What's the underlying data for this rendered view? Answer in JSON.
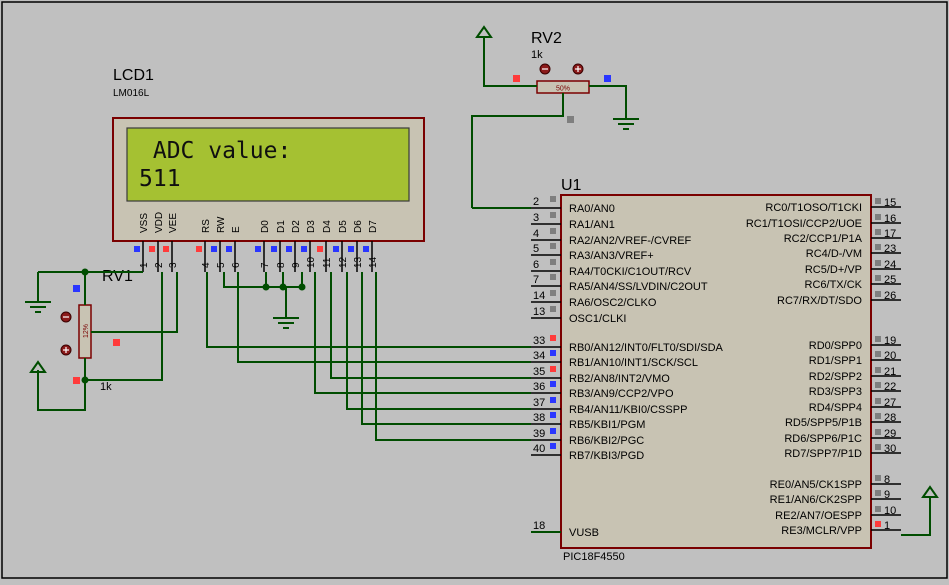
{
  "lcd": {
    "ref": "LCD1",
    "model": "LM016L",
    "line1": " ADC value:",
    "line2": "511",
    "pin_labels": [
      "VSS",
      "VDD",
      "VEE",
      "RS",
      "RW",
      "E",
      "D0",
      "D1",
      "D2",
      "D3",
      "D4",
      "D5",
      "D6",
      "D7"
    ],
    "pin_numbers": [
      "1",
      "2",
      "3",
      "4",
      "5",
      "6",
      "7",
      "8",
      "9",
      "10",
      "11",
      "12",
      "13",
      "14"
    ]
  },
  "rv1": {
    "ref": "RV1",
    "value": "1k",
    "wiper": "12%"
  },
  "rv2": {
    "ref": "RV2",
    "value": "1k",
    "wiper": "50%"
  },
  "mcu": {
    "ref": "U1",
    "part": "PIC18F4550",
    "left_pins": [
      {
        "num": "2",
        "label": "RA0/AN0"
      },
      {
        "num": "3",
        "label": "RA1/AN1"
      },
      {
        "num": "4",
        "label": "RA2/AN2/VREF-/CVREF"
      },
      {
        "num": "5",
        "label": "RA3/AN3/VREF+"
      },
      {
        "num": "6",
        "label": "RA4/T0CKI/C1OUT/RCV"
      },
      {
        "num": "7",
        "label": "RA5/AN4/SS/LVDIN/C2OUT"
      },
      {
        "num": "14",
        "label": "RA6/OSC2/CLKO"
      },
      {
        "num": "13",
        "label": "OSC1/CLKI"
      },
      {
        "num": "33",
        "label": "RB0/AN12/INT0/FLT0/SDI/SDA"
      },
      {
        "num": "34",
        "label": "RB1/AN10/INT1/SCK/SCL"
      },
      {
        "num": "35",
        "label": "RB2/AN8/INT2/VMO"
      },
      {
        "num": "36",
        "label": "RB3/AN9/CCP2/VPO"
      },
      {
        "num": "37",
        "label": "RB4/AN11/KBI0/CSSPP"
      },
      {
        "num": "38",
        "label": "RB5/KBI1/PGM"
      },
      {
        "num": "39",
        "label": "RB6/KBI2/PGC"
      },
      {
        "num": "40",
        "label": "RB7/KBI3/PGD"
      },
      {
        "num": "18",
        "label": "VUSB"
      }
    ],
    "right_pins": [
      {
        "num": "15",
        "label": "RC0/T1OSO/T1CKI"
      },
      {
        "num": "16",
        "label": "RC1/T1OSI/CCP2/UOE"
      },
      {
        "num": "17",
        "label": "RC2/CCP1/P1A"
      },
      {
        "num": "23",
        "label": "RC4/D-/VM"
      },
      {
        "num": "24",
        "label": "RC5/D+/VP"
      },
      {
        "num": "25",
        "label": "RC6/TX/CK"
      },
      {
        "num": "26",
        "label": "RC7/RX/DT/SDO"
      },
      {
        "num": "19",
        "label": "RD0/SPP0"
      },
      {
        "num": "20",
        "label": "RD1/SPP1"
      },
      {
        "num": "21",
        "label": "RD2/SPP2"
      },
      {
        "num": "22",
        "label": "RD3/SPP3"
      },
      {
        "num": "27",
        "label": "RD4/SPP4"
      },
      {
        "num": "28",
        "label": "RD5/SPP5/P1B"
      },
      {
        "num": "29",
        "label": "RD6/SPP6/P1C"
      },
      {
        "num": "30",
        "label": "RD7/SPP7/P1D"
      },
      {
        "num": "8",
        "label": "RE0/AN5/CK1SPP"
      },
      {
        "num": "9",
        "label": "RE1/AN6/CK2SPP"
      },
      {
        "num": "10",
        "label": "RE2/AN7/OESPP"
      },
      {
        "num": "1",
        "label": "RE3/MCLR/VPP"
      }
    ]
  },
  "colors": {
    "background": "#c0c0c0",
    "wire": "#004d00",
    "outline": "#7a0000",
    "body_fill": "#c8c3b3",
    "lcd_screen": "#a5c132",
    "pin_high": "#ff3b3b",
    "pin_low": "#2a36ff",
    "pin_float": "#7f7f7f"
  }
}
